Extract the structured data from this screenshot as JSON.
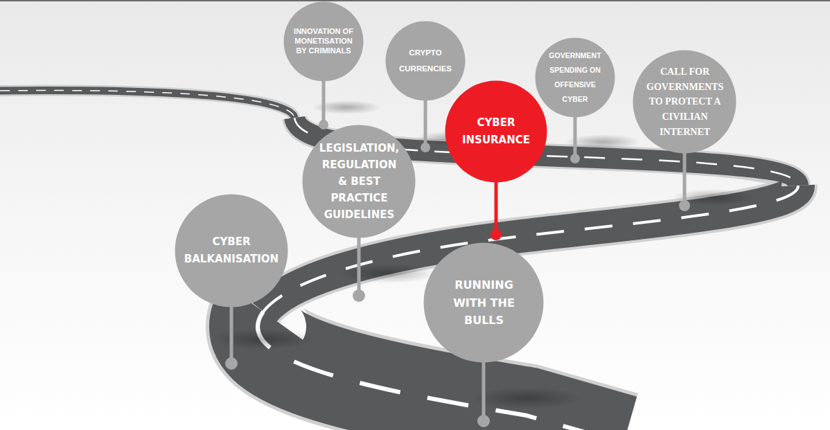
{
  "diagram": {
    "nodes": [
      {
        "text": [
          "INNOVATION OF MONETISATION BY CRIMINALS"
        ]
      },
      {
        "text": [
          "CRYPTO CURRENCIES"
        ]
      },
      {
        "text": [
          "GOVERNMENT SPENDING ON OFFENSIVE CYBER"
        ]
      },
      {
        "text": [
          "CALL FOR GOVERNMENTS TO PROTECT A CIVILIAN INTERNET"
        ]
      },
      {
        "text": [
          "CYBER INSURANCE"
        ]
      },
      {
        "text": [
          "LEGISLATION, REGULATION & BEST PRACTICE GUIDELINES"
        ]
      },
      {
        "text": [
          "CYBER BALKANISATION"
        ]
      },
      {
        "text": [
          "RUNNING WITH THE BULLS"
        ]
      }
    ]
  }
}
